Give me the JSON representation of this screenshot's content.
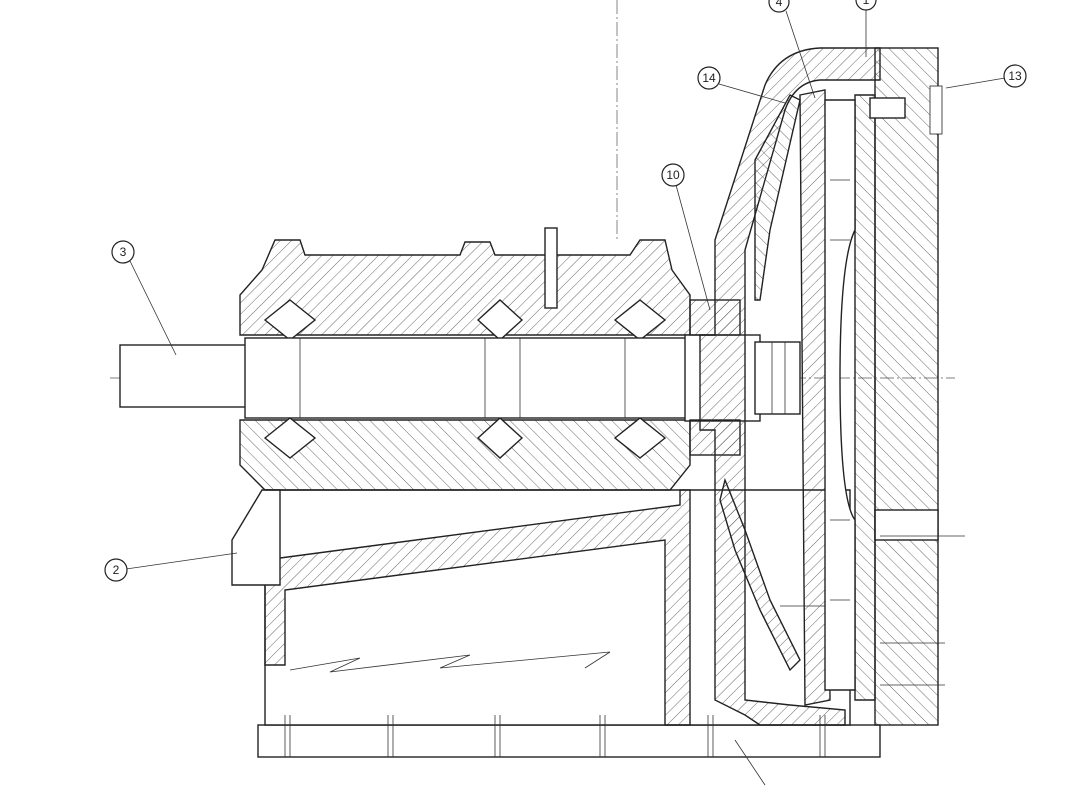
{
  "title": "Pump assembly cross-section drawing",
  "balloons": [
    {
      "label": "1"
    },
    {
      "label": "4"
    },
    {
      "label": "14"
    },
    {
      "label": "13"
    },
    {
      "label": "10"
    },
    {
      "label": "3"
    },
    {
      "label": "2"
    }
  ]
}
